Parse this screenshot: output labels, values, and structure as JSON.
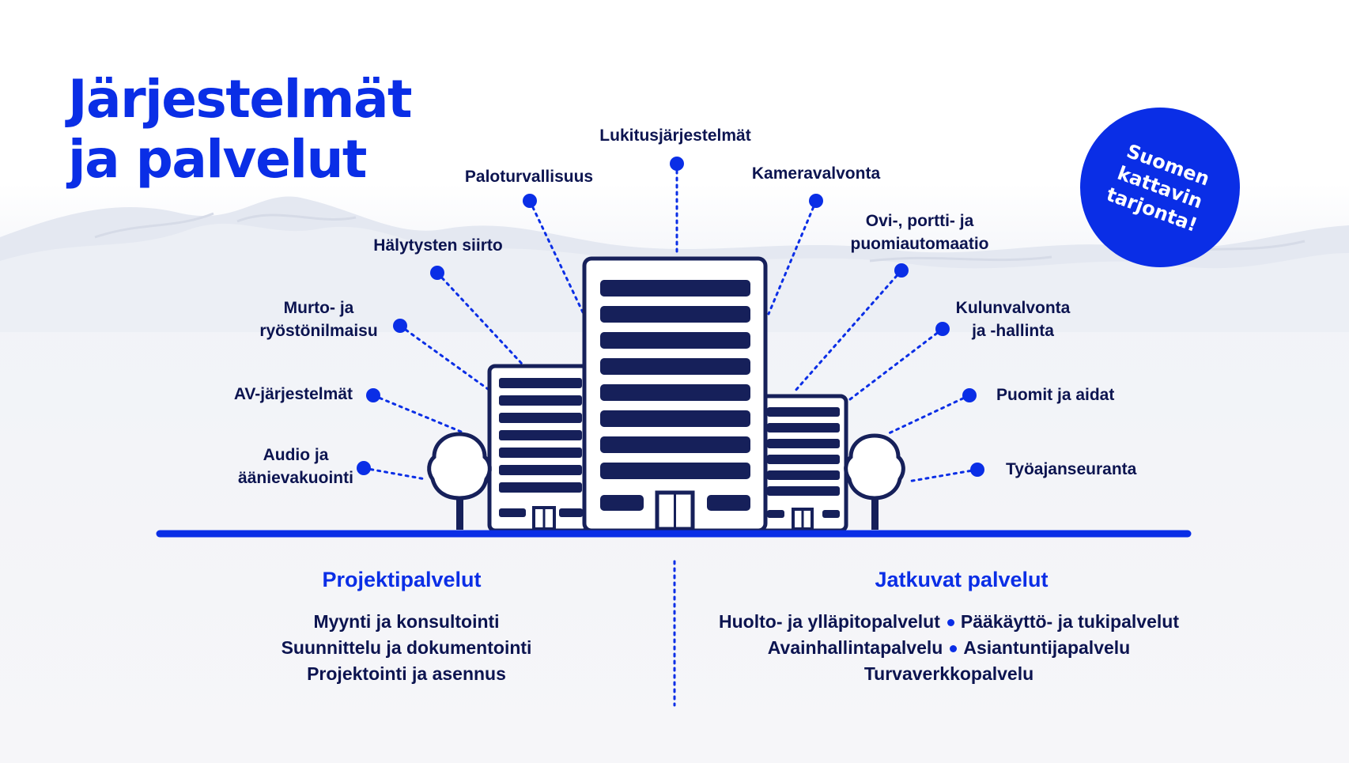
{
  "title": {
    "line1": "Järjestelmät",
    "line2": "ja palvelut"
  },
  "badge": {
    "line1": "Suomen",
    "line2": "kattavin",
    "line3": "tarjonta!"
  },
  "systems": {
    "lukitus": "Lukitusjärjestelmät",
    "palo": "Paloturvallisuus",
    "kamera": "Kameravalvonta",
    "halytys": "Hälytysten siirto",
    "ovi": {
      "line1": "Ovi-, portti- ja",
      "line2": "puomiautomaatio"
    },
    "murto": {
      "line1": "Murto- ja",
      "line2": "ryöstönilmaisu"
    },
    "kulun": {
      "line1": "Kulunvalvonta",
      "line2": "ja -hallinta"
    },
    "av": "AV-järjestelmät",
    "puomit": "Puomit ja aidat",
    "audio": {
      "line1": "Audio ja",
      "line2": "äänievakuointi"
    },
    "tyoaika": "Työajanseuranta"
  },
  "project": {
    "title": "Projektipalvelut",
    "items": [
      "Myynti ja konsultointi",
      "Suunnittelu ja dokumentointi",
      "Projektointi ja asennus"
    ]
  },
  "continuous": {
    "title": "Jatkuvat palvelut",
    "row1": [
      "Huolto- ja ylläpitopalvelut",
      "Pääkäyttö- ja tukipalvelut"
    ],
    "row2": [
      "Avainhallintapalvelu",
      "Asiantuntijapalvelu"
    ],
    "row3": "Turvaverkkopalvelu"
  },
  "colors": {
    "accent": "#0a2ee6",
    "navy": "#16205a",
    "text": "#0c1450"
  }
}
